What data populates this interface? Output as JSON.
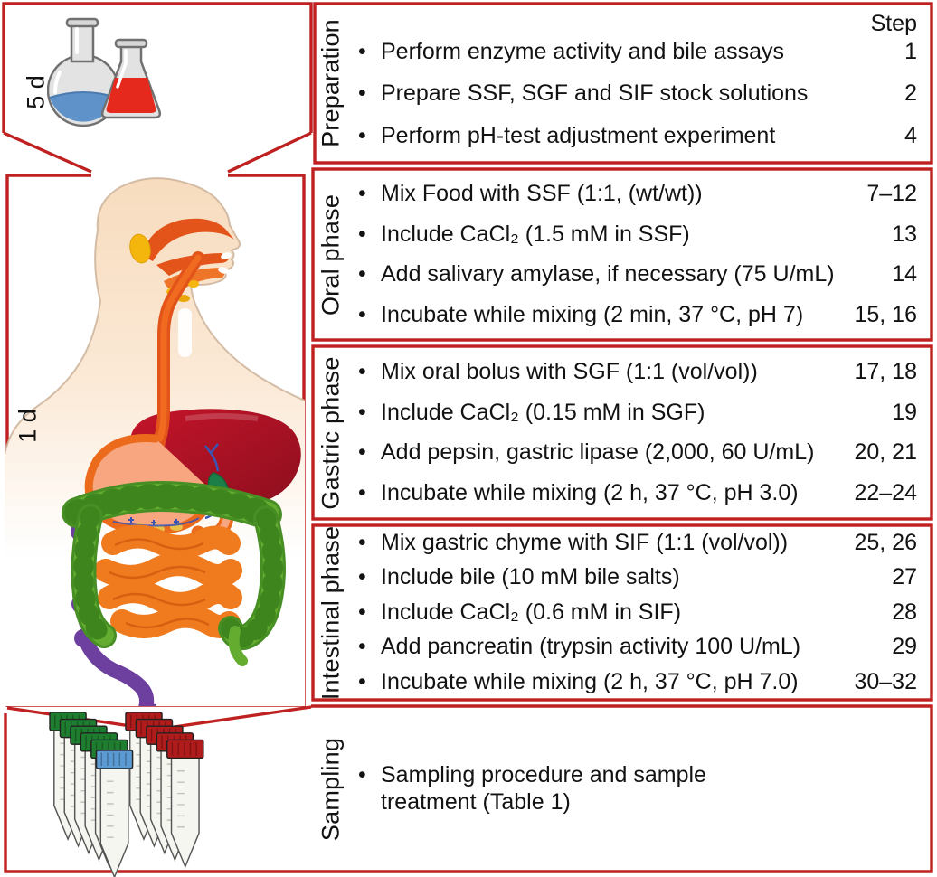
{
  "ui": {
    "bullet": "•",
    "colors": {
      "accent_red": "#bf2020",
      "text": "#121212",
      "flask_liquid_blue": "#5e92c8",
      "flask_liquid_red": "#e5291c",
      "tube_cap_green": "#1f7d2f",
      "tube_cap_red": "#b01b1b",
      "tube_cap_blue": "#5b9ad2",
      "intestine_green": "#63ac30",
      "intestine_orange": "#ef7b1e",
      "liver_red": "#a8121f",
      "colon_purple": "#6d3f9f"
    }
  },
  "figure": {
    "step_header": "Step",
    "durations": {
      "preparation": "5 d",
      "digestion": "1 d"
    },
    "illustrations": [
      "flasks-icon",
      "human-digestive-tract-illustration",
      "sample-tubes-icon"
    ],
    "sections": [
      {
        "id": "preparation",
        "label": "Preparation",
        "items": [
          {
            "text": "Perform enzyme activity and bile assays",
            "step": "1"
          },
          {
            "text": "Prepare SSF, SGF and SIF stock solutions",
            "step": "2"
          },
          {
            "text": "Perform pH-test adjustment experiment",
            "step": "4"
          }
        ]
      },
      {
        "id": "oral",
        "label": "Oral phase",
        "items": [
          {
            "text": "Mix Food with SSF (1:1, (wt/wt))",
            "step": "7–12"
          },
          {
            "text": "Include CaCl₂ (1.5 mM in SSF)",
            "step": "13"
          },
          {
            "text": "Add salivary amylase, if necessary (75 U/mL)",
            "step": "14"
          },
          {
            "text": "Incubate while mixing (2 min, 37 °C, pH 7)",
            "step": "15, 16"
          }
        ]
      },
      {
        "id": "gastric",
        "label": "Gastric phase",
        "items": [
          {
            "text": "Mix oral bolus with SGF (1:1 (vol/vol))",
            "step": "17, 18"
          },
          {
            "text": "Include CaCl₂ (0.15 mM in SGF)",
            "step": "19"
          },
          {
            "text": "Add pepsin, gastric lipase (2,000, 60 U/mL)",
            "step": "20, 21"
          },
          {
            "text": "Incubate while mixing (2 h, 37 °C, pH 3.0)",
            "step": "22–24"
          }
        ]
      },
      {
        "id": "intestinal",
        "label": "Intestinal phase",
        "items": [
          {
            "text": "Mix gastric chyme with SIF (1:1 (vol/vol))",
            "step": "25, 26"
          },
          {
            "text": "Include bile (10 mM bile salts)",
            "step": "27"
          },
          {
            "text": "Include CaCl₂ (0.6 mM in SIF)",
            "step": "28"
          },
          {
            "text": "Add pancreatin (trypsin activity 100 U/mL)",
            "step": "29"
          },
          {
            "text": "Incubate while mixing (2 h, 37 °C, pH 7.0)",
            "step": "30–32"
          }
        ]
      },
      {
        "id": "sampling",
        "label": "Sampling",
        "items": [
          {
            "text": "Sampling procedure and sample treatment (Table 1)",
            "step": ""
          }
        ]
      }
    ]
  }
}
